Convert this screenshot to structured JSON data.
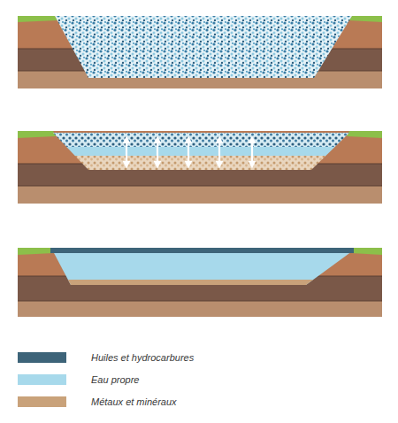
{
  "diagram": {
    "legend": [
      {
        "text": "Huiles et hydrocarbures",
        "color": "#3d6479"
      },
      {
        "text": "Eau propre",
        "color": "#a7d9eb"
      },
      {
        "text": "Métaux et minéraux",
        "color": "#c9a27a"
      }
    ]
  }
}
